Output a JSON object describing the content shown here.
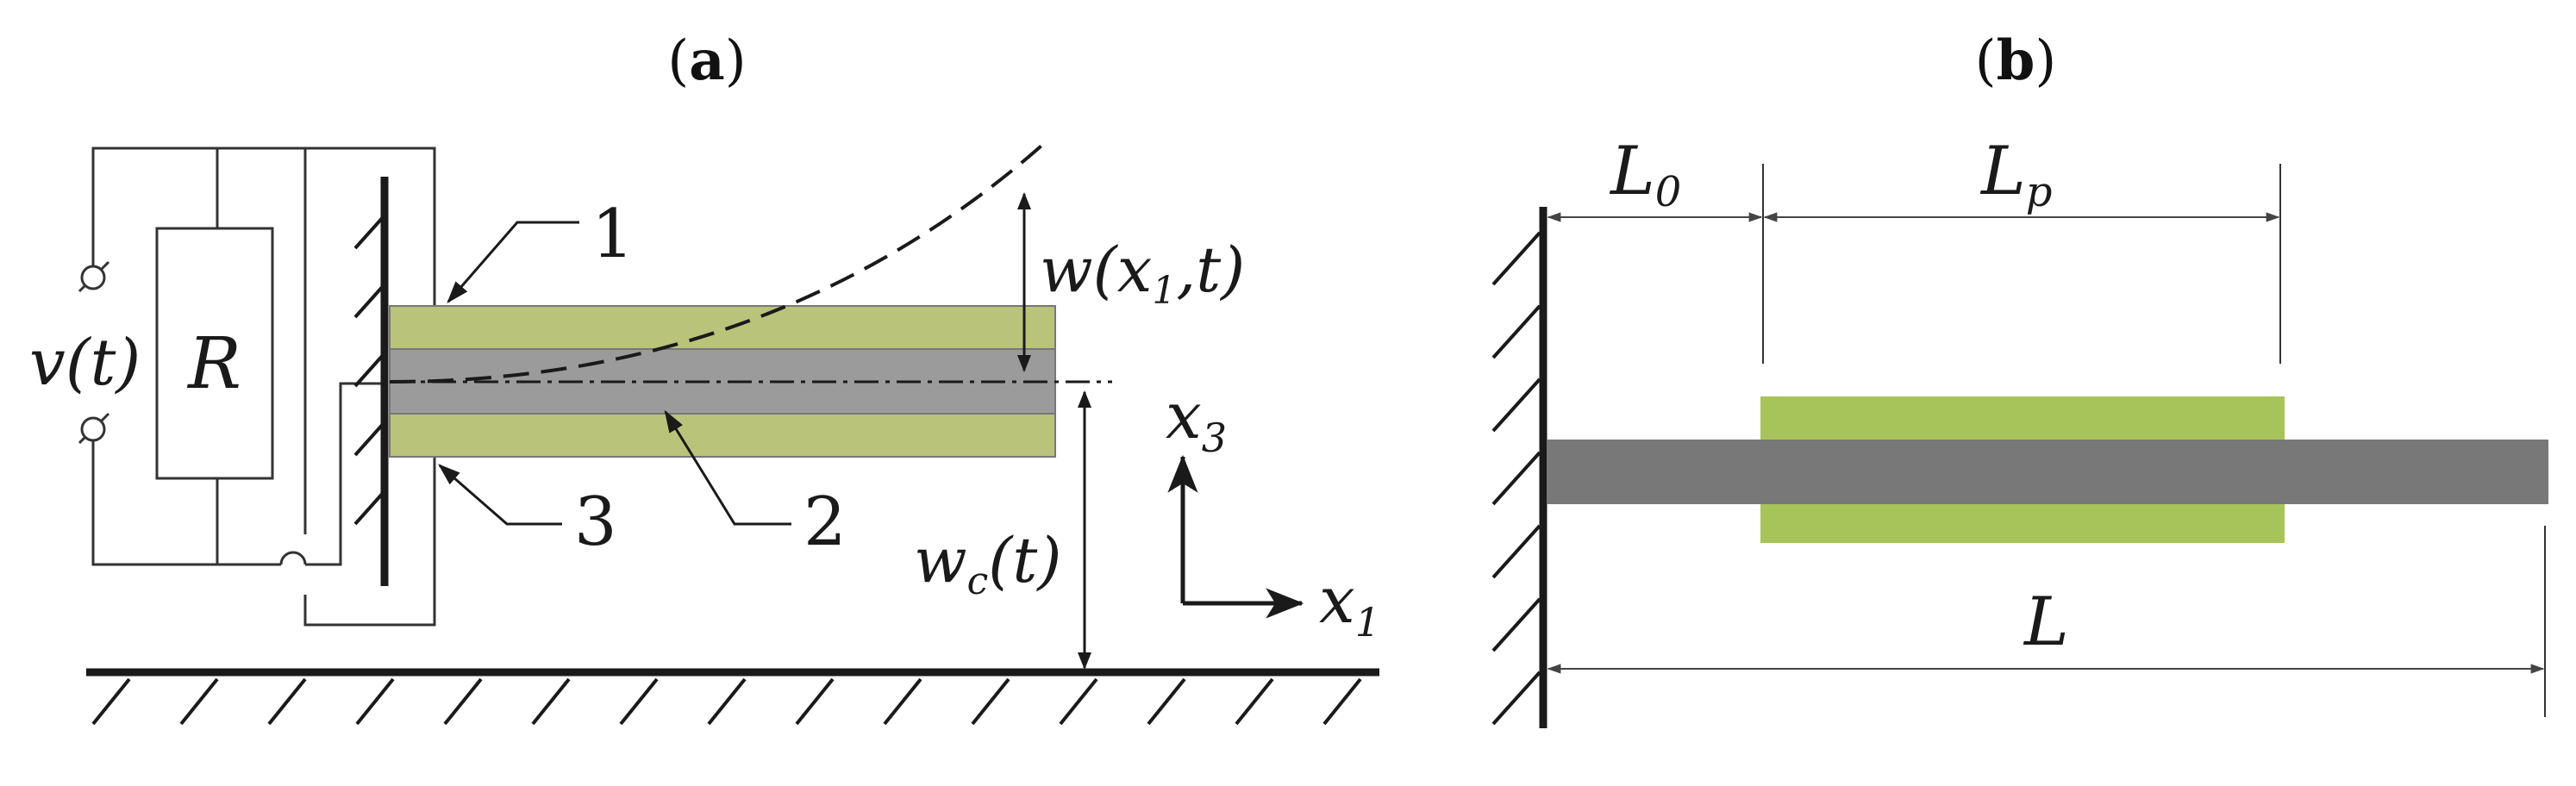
{
  "colors": {
    "piezo": "#b9c47a",
    "substrate": "#9b9b9b",
    "beam_b": "#787878",
    "piezo_b": "#a7c45a",
    "line": "#1a1a1a"
  },
  "panel_a": {
    "label_open": "(",
    "label_letter": "a",
    "label_close": ")",
    "voltage_v": "v",
    "voltage_t": "(t)",
    "resistor": "R",
    "part_1": "1",
    "part_2": "2",
    "part_3": "3",
    "deflection_w": "w",
    "deflection_args_open": "(",
    "deflection_x": "x",
    "deflection_sub": "1",
    "deflection_args_rest": ",t)",
    "gap_w": "w",
    "gap_sub": "c",
    "gap_args": "(t)",
    "axis_x3": "x",
    "axis_x3_sub": "3",
    "axis_x1": "x",
    "axis_x1_sub": "1"
  },
  "panel_b": {
    "label_open": "(",
    "label_letter": "b",
    "label_close": ")",
    "dim_L0": "L",
    "dim_L0_sub": "0",
    "dim_Lp": "L",
    "dim_Lp_sub": "p",
    "dim_L": "L"
  }
}
